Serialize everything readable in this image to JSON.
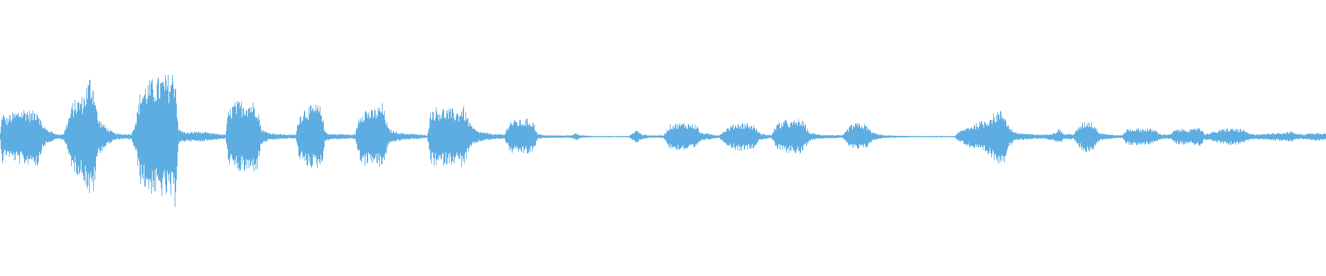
{
  "waveform": {
    "color": "#5dade2",
    "background": "#ffffff",
    "envelope": [
      [
        0,
        0.06
      ],
      [
        3,
        0.4
      ],
      [
        6,
        0.3
      ],
      [
        10,
        0.28
      ],
      [
        16,
        0.34
      ],
      [
        22,
        0.36
      ],
      [
        30,
        0.4
      ],
      [
        38,
        0.42
      ],
      [
        46,
        0.36
      ],
      [
        54,
        0.44
      ],
      [
        60,
        0.2
      ],
      [
        66,
        0.12
      ],
      [
        74,
        0.08
      ],
      [
        84,
        0.03
      ],
      [
        92,
        0.05
      ],
      [
        105,
        0.5
      ],
      [
        120,
        0.6
      ],
      [
        130,
        0.9
      ],
      [
        136,
        0.78
      ],
      [
        141,
        0.28
      ],
      [
        148,
        0.2
      ],
      [
        156,
        0.12
      ],
      [
        164,
        0.06
      ],
      [
        172,
        0.04
      ],
      [
        190,
        0.04
      ],
      [
        197,
        0.3
      ],
      [
        203,
        0.68
      ],
      [
        214,
        0.8
      ],
      [
        230,
        0.86
      ],
      [
        246,
        0.9
      ],
      [
        253,
        1.0
      ],
      [
        258,
        0.12
      ],
      [
        264,
        0.08
      ],
      [
        272,
        0.06
      ],
      [
        284,
        0.08
      ],
      [
        300,
        0.06
      ],
      [
        318,
        0.04
      ],
      [
        326,
        0.03
      ],
      [
        330,
        0.36
      ],
      [
        338,
        0.5
      ],
      [
        350,
        0.52
      ],
      [
        364,
        0.52
      ],
      [
        372,
        0.48
      ],
      [
        378,
        0.12
      ],
      [
        386,
        0.07
      ],
      [
        394,
        0.05
      ],
      [
        404,
        0.04
      ],
      [
        420,
        0.03
      ],
      [
        428,
        0.03
      ],
      [
        432,
        0.3
      ],
      [
        440,
        0.42
      ],
      [
        448,
        0.44
      ],
      [
        460,
        0.46
      ],
      [
        466,
        0.4
      ],
      [
        470,
        0.08
      ],
      [
        478,
        0.04
      ],
      [
        492,
        0.04
      ],
      [
        508,
        0.03
      ],
      [
        514,
        0.04
      ],
      [
        520,
        0.34
      ],
      [
        528,
        0.42
      ],
      [
        538,
        0.38
      ],
      [
        548,
        0.44
      ],
      [
        553,
        0.48
      ],
      [
        558,
        0.3
      ],
      [
        562,
        0.12
      ],
      [
        570,
        0.08
      ],
      [
        584,
        0.05
      ],
      [
        600,
        0.04
      ],
      [
        618,
        0.02
      ],
      [
        624,
        0.42
      ],
      [
        638,
        0.42
      ],
      [
        652,
        0.4
      ],
      [
        664,
        0.38
      ],
      [
        670,
        0.46
      ],
      [
        676,
        0.3
      ],
      [
        682,
        0.16
      ],
      [
        690,
        0.09
      ],
      [
        700,
        0.06
      ],
      [
        716,
        0.04
      ],
      [
        730,
        0.03
      ],
      [
        738,
        0.24
      ],
      [
        754,
        0.24
      ],
      [
        764,
        0.26
      ],
      [
        772,
        0.22
      ],
      [
        778,
        0.04
      ],
      [
        790,
        0.02
      ],
      [
        814,
        0.02
      ],
      [
        826,
        0.02
      ],
      [
        834,
        0.06
      ],
      [
        840,
        0.02
      ],
      [
        858,
        0.01
      ],
      [
        910,
        0.01
      ],
      [
        916,
        0.06
      ],
      [
        922,
        0.1
      ],
      [
        928,
        0.04
      ],
      [
        940,
        0.02
      ],
      [
        960,
        0.02
      ],
      [
        970,
        0.18
      ],
      [
        982,
        0.2
      ],
      [
        994,
        0.2
      ],
      [
        1008,
        0.18
      ],
      [
        1014,
        0.06
      ],
      [
        1040,
        0.02
      ],
      [
        1054,
        0.14
      ],
      [
        1066,
        0.2
      ],
      [
        1080,
        0.2
      ],
      [
        1092,
        0.16
      ],
      [
        1100,
        0.05
      ],
      [
        1116,
        0.02
      ],
      [
        1124,
        0.18
      ],
      [
        1136,
        0.24
      ],
      [
        1146,
        0.22
      ],
      [
        1158,
        0.26
      ],
      [
        1164,
        0.2
      ],
      [
        1172,
        0.06
      ],
      [
        1186,
        0.03
      ],
      [
        1220,
        0.02
      ],
      [
        1230,
        0.16
      ],
      [
        1240,
        0.2
      ],
      [
        1252,
        0.18
      ],
      [
        1264,
        0.06
      ],
      [
        1280,
        0.02
      ],
      [
        1320,
        0.01
      ],
      [
        1360,
        0.01
      ],
      [
        1382,
        0.01
      ],
      [
        1386,
        0.06
      ],
      [
        1400,
        0.14
      ],
      [
        1414,
        0.2
      ],
      [
        1426,
        0.24
      ],
      [
        1436,
        0.32
      ],
      [
        1446,
        0.38
      ],
      [
        1454,
        0.36
      ],
      [
        1460,
        0.16
      ],
      [
        1470,
        0.06
      ],
      [
        1490,
        0.04
      ],
      [
        1512,
        0.03
      ],
      [
        1526,
        0.06
      ],
      [
        1534,
        0.12
      ],
      [
        1540,
        0.04
      ],
      [
        1554,
        0.04
      ],
      [
        1566,
        0.2
      ],
      [
        1576,
        0.24
      ],
      [
        1584,
        0.18
      ],
      [
        1592,
        0.06
      ],
      [
        1608,
        0.03
      ],
      [
        1624,
        0.02
      ],
      [
        1632,
        0.12
      ],
      [
        1646,
        0.12
      ],
      [
        1660,
        0.12
      ],
      [
        1672,
        0.1
      ],
      [
        1680,
        0.04
      ],
      [
        1694,
        0.03
      ],
      [
        1700,
        0.1
      ],
      [
        1716,
        0.12
      ],
      [
        1726,
        0.1
      ],
      [
        1736,
        0.16
      ],
      [
        1744,
        0.04
      ],
      [
        1760,
        0.08
      ],
      [
        1774,
        0.12
      ],
      [
        1790,
        0.12
      ],
      [
        1800,
        0.1
      ],
      [
        1810,
        0.04
      ],
      [
        1830,
        0.04
      ],
      [
        1846,
        0.06
      ],
      [
        1858,
        0.06
      ],
      [
        1870,
        0.08
      ],
      [
        1878,
        0.04
      ],
      [
        1890,
        0.04
      ],
      [
        1902,
        0.06
      ],
      [
        1912,
        0.06
      ],
      [
        1920,
        0.05
      ]
    ]
  }
}
